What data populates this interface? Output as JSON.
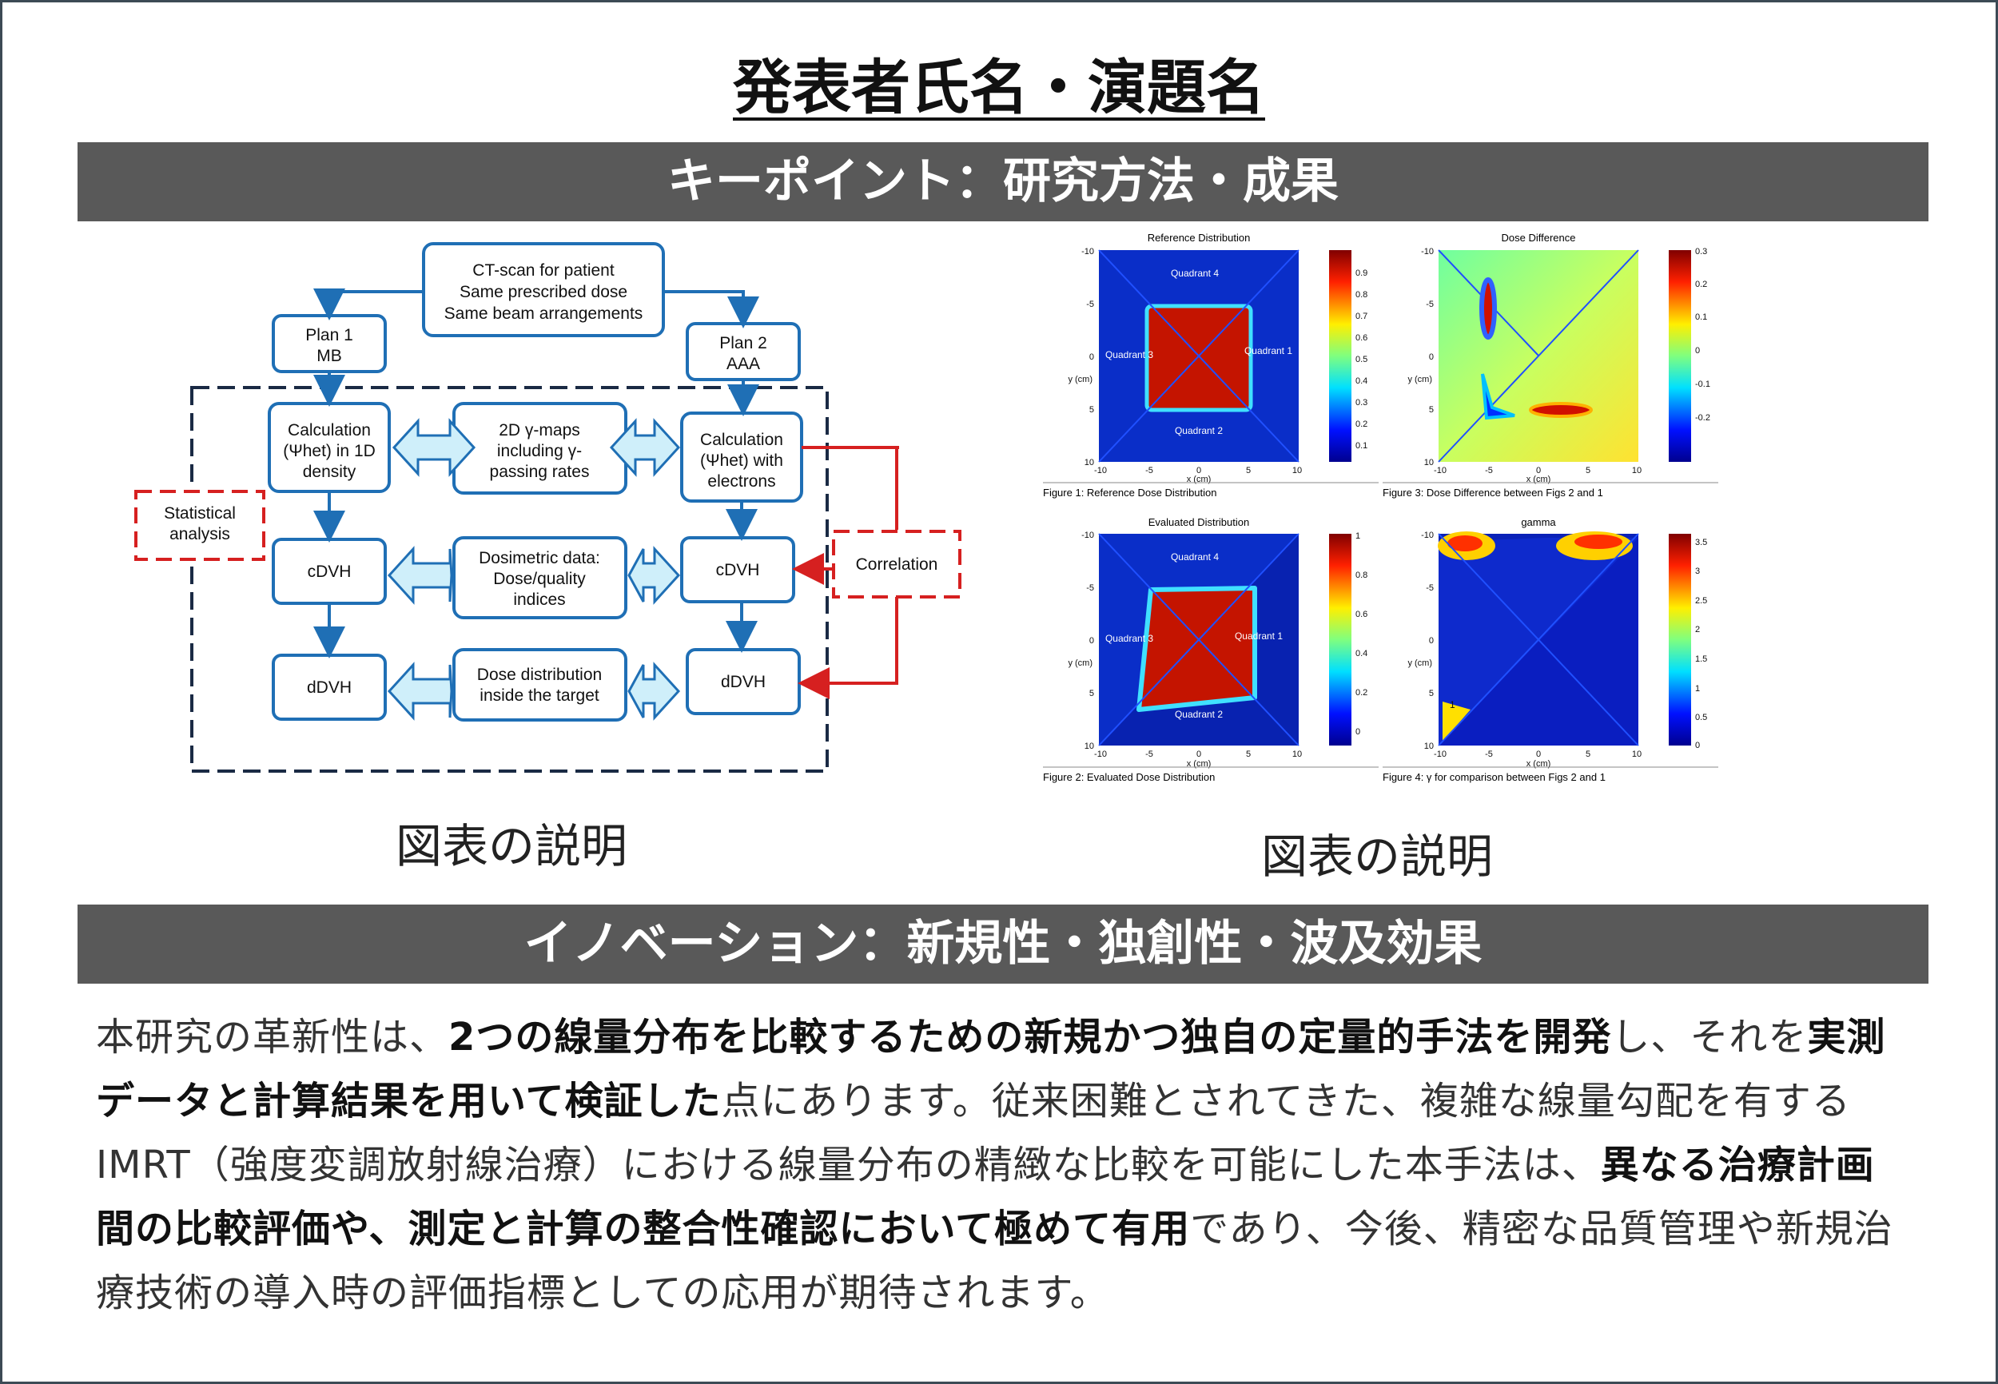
{
  "page": {
    "title": "発表者氏名・演題名",
    "section1_heading": "キーポイント：研究方法・成果",
    "section2_heading": "イノベーション：新規性・独創性・波及効果",
    "left_caption": "図表の説明",
    "right_caption": "図表の説明"
  },
  "flowchart": {
    "top": [
      "CT-scan for patient",
      "Same prescribed dose",
      "Same beam arrangements"
    ],
    "plan1": [
      "Plan 1",
      "MB"
    ],
    "plan2": [
      "Plan 2",
      "AAA"
    ],
    "calc_left": [
      "Calculation",
      "(Ψhet) in 1D",
      "density"
    ],
    "calc_right": [
      "Calculation",
      "(Ψhet) with",
      "electrons"
    ],
    "gamma": [
      "2D γ-maps",
      "including γ-",
      "passing rates"
    ],
    "dosimetric": [
      "Dosimetric data:",
      "Dose/quality",
      "indices"
    ],
    "dose_dist": [
      "Dose distribution",
      "inside the target"
    ],
    "cdvh": "cDVH",
    "ddvh": "dDVH",
    "statistical": [
      "Statistical",
      "analysis"
    ],
    "correlation": "Correlation"
  },
  "maps": {
    "p1": {
      "title": "Reference Distribution",
      "caption": "Figure 1:  Reference Dose Distribution",
      "cbar": [
        "0.9",
        "0.8",
        "0.7",
        "0.6",
        "0.5",
        "0.4",
        "0.3",
        "0.2",
        "0.1"
      ]
    },
    "p2": {
      "title": "Dose Difference",
      "caption": "Figure 3:  Dose Difference between Figs 2 and 1",
      "cbar": [
        "0.3",
        "0.2",
        "0.1",
        "0",
        "-0.1",
        "-0.2"
      ]
    },
    "p3": {
      "title": "Evaluated Distribution",
      "caption": "Figure 2:  Evaluated Dose Distribution",
      "cbar": [
        "1",
        "0.8",
        "0.6",
        "0.4",
        "0.2",
        "0"
      ]
    },
    "p4": {
      "title": "gamma",
      "caption": "Figure 4:  γ for comparison between Figs 2 and 1",
      "cbar": [
        "3.5",
        "3",
        "2.5",
        "2",
        "1.5",
        "1",
        "0.5",
        "0"
      ]
    },
    "quadrants": [
      "Quadrant 4",
      "Quadrant 3",
      "Quadrant 1",
      "Quadrant 2"
    ],
    "y_ticks": [
      "-10",
      "-5",
      "0",
      "5",
      "10"
    ],
    "x_ticks": [
      "-10",
      "-5",
      "0",
      "5",
      "10"
    ],
    "ylabel": "y (cm)",
    "xlabel": "x (cm)",
    "gamma_mark": "1"
  },
  "body": {
    "p1": "本研究の革新性は、",
    "b1": "2つの線量分布を比較するための新規かつ独自の定量的手法を開発",
    "p2": "し、それを",
    "b2": "実測データと計算結果を用いて検証した",
    "p3": "点にあります。従来困難とされてきた、複雑な線量勾配を有するIMRT（強度変調放射線治療）における線量分布の精緻な比較を可能にした本手法は、",
    "b3": "異なる治療計画間の比較評価や、測定と計算の整合性確認において極めて有用",
    "p4": "であり、今後、精密な品質管理や新規治療技術の導入時の評価指標としての応用が期待されます。"
  }
}
